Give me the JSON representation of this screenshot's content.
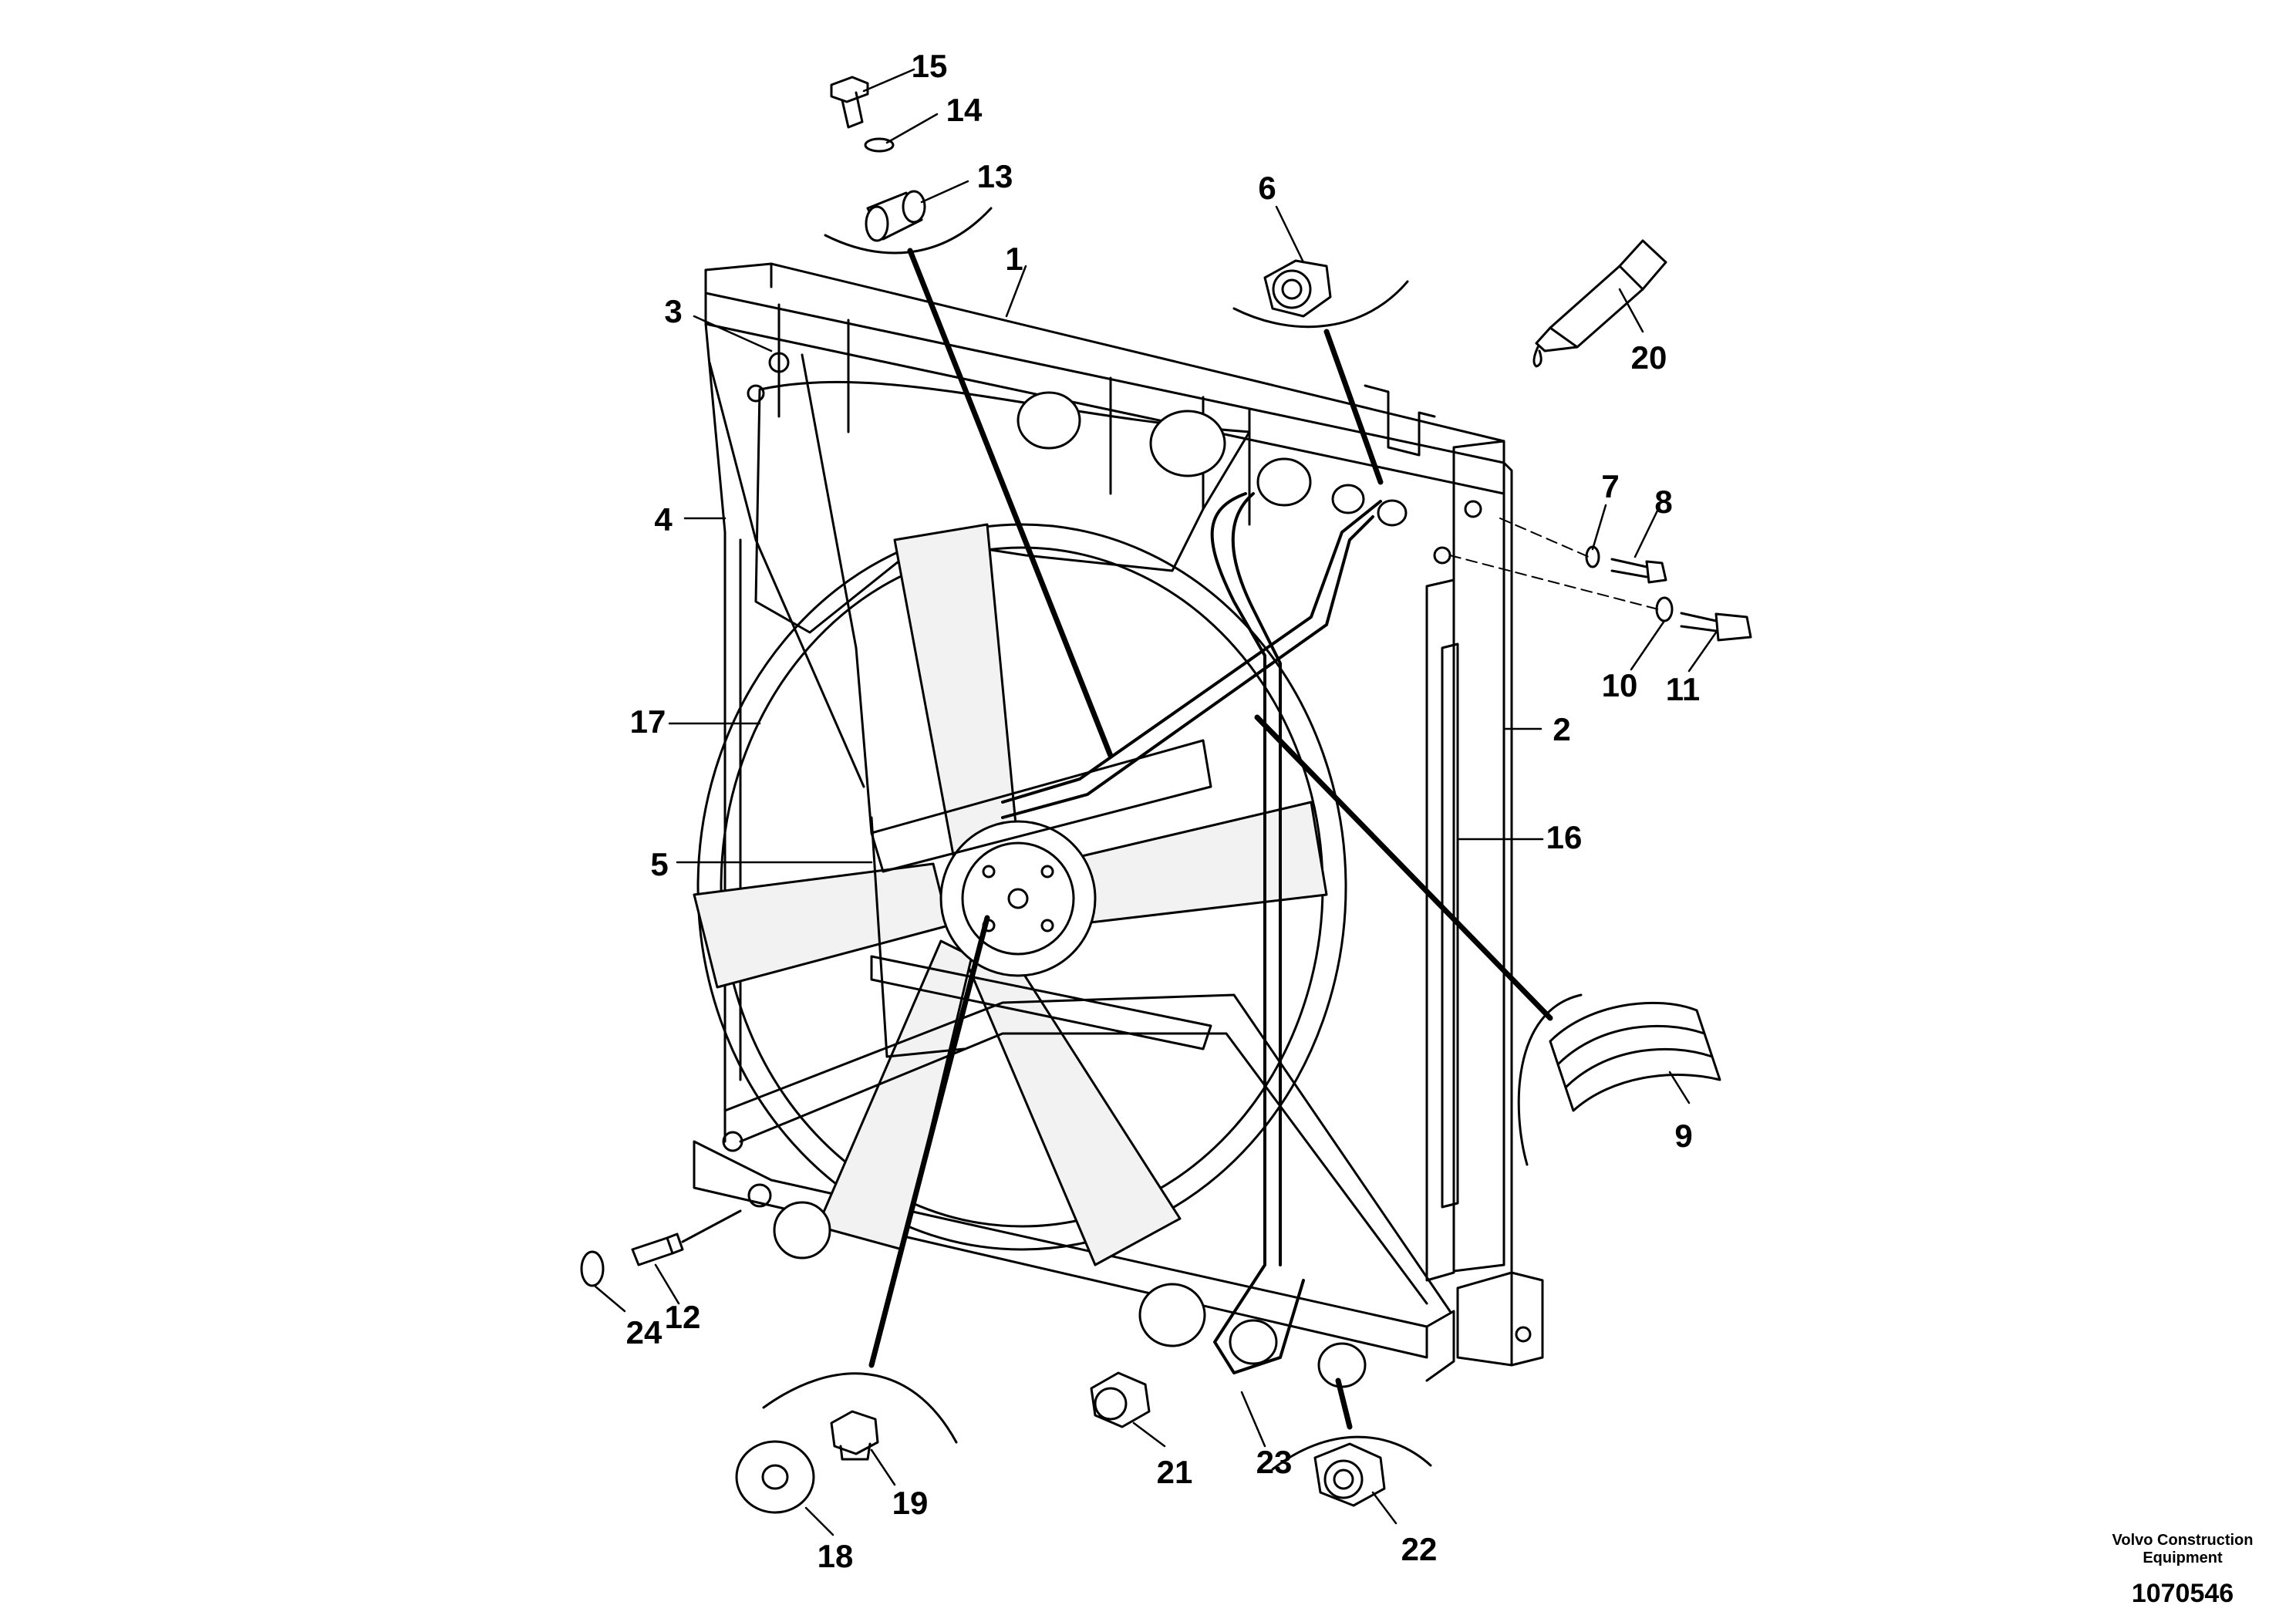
{
  "callouts": [
    {
      "id": "1",
      "label": "1"
    },
    {
      "id": "2",
      "label": "2"
    },
    {
      "id": "3",
      "label": "3"
    },
    {
      "id": "4",
      "label": "4"
    },
    {
      "id": "5",
      "label": "5"
    },
    {
      "id": "6",
      "label": "6"
    },
    {
      "id": "7",
      "label": "7"
    },
    {
      "id": "8",
      "label": "8"
    },
    {
      "id": "9",
      "label": "9"
    },
    {
      "id": "10",
      "label": "10"
    },
    {
      "id": "11",
      "label": "11"
    },
    {
      "id": "12",
      "label": "12"
    },
    {
      "id": "13",
      "label": "13"
    },
    {
      "id": "14",
      "label": "14"
    },
    {
      "id": "15",
      "label": "15"
    },
    {
      "id": "16",
      "label": "16"
    },
    {
      "id": "17",
      "label": "17"
    },
    {
      "id": "18",
      "label": "18"
    },
    {
      "id": "19",
      "label": "19"
    },
    {
      "id": "20",
      "label": "20"
    },
    {
      "id": "21",
      "label": "21"
    },
    {
      "id": "22",
      "label": "22"
    },
    {
      "id": "23",
      "label": "23"
    },
    {
      "id": "24",
      "label": "24"
    }
  ],
  "brand": {
    "line1": "Volvo Construction",
    "line2": "Equipment",
    "drawing_number": "1070546"
  },
  "colors": {
    "ink": "#000000",
    "paper": "#ffffff",
    "fill_light": "#f2f2f2"
  }
}
